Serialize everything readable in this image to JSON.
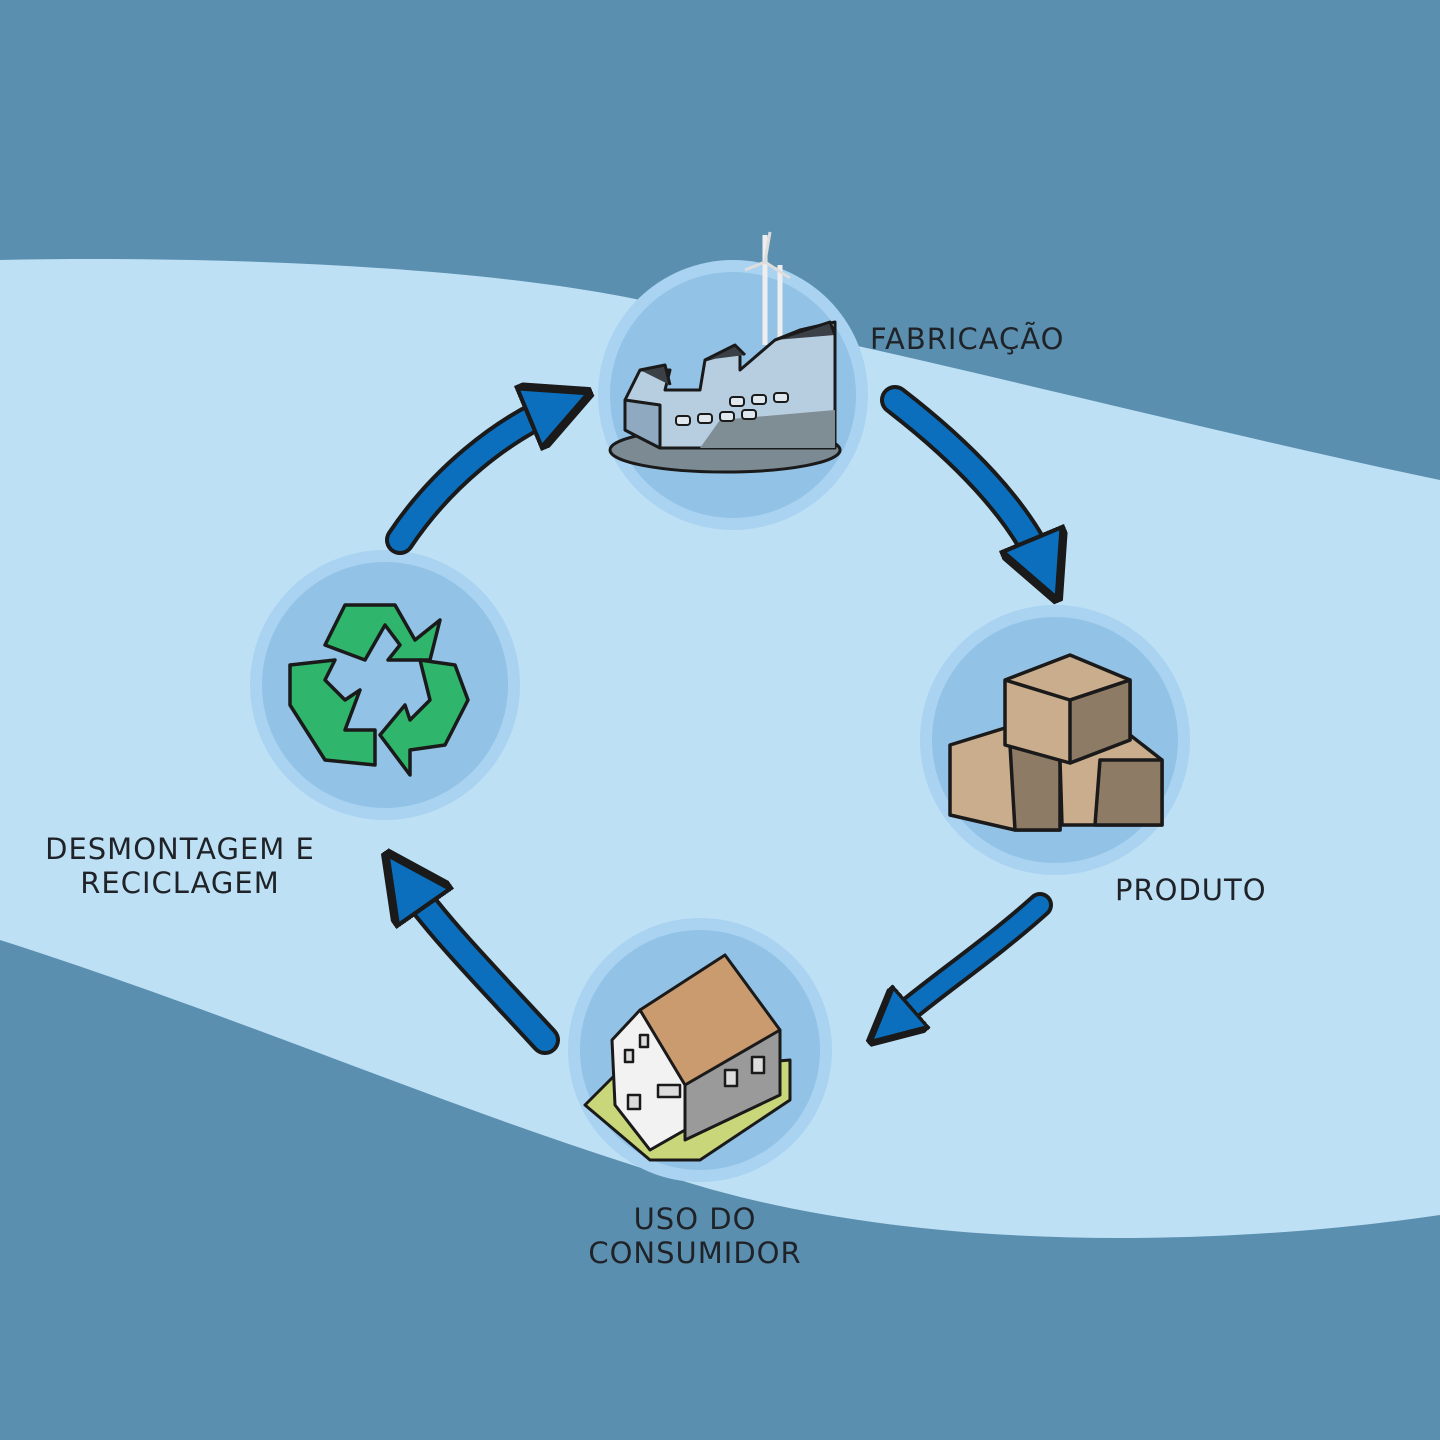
{
  "colors": {
    "background": "#5b8fb0",
    "band": "#bde0f5",
    "circle": "#92c2e6",
    "arrow": "#0b6fbe",
    "outline": "#1a1a1a"
  },
  "stages": [
    {
      "label": "FABRICAÇÃO",
      "icon": "factory-icon"
    },
    {
      "label": "PRODUTO",
      "icon": "boxes-icon"
    },
    {
      "label": "USO DO CONSUMIDOR",
      "line1": "USO DO",
      "line2": "CONSUMIDOR",
      "icon": "house-icon"
    },
    {
      "label": "DESMONTAGEM E RECICLAGEM",
      "line1": "DESMONTAGEM E",
      "line2": "RECICLAGEM",
      "icon": "recycle-icon"
    }
  ]
}
